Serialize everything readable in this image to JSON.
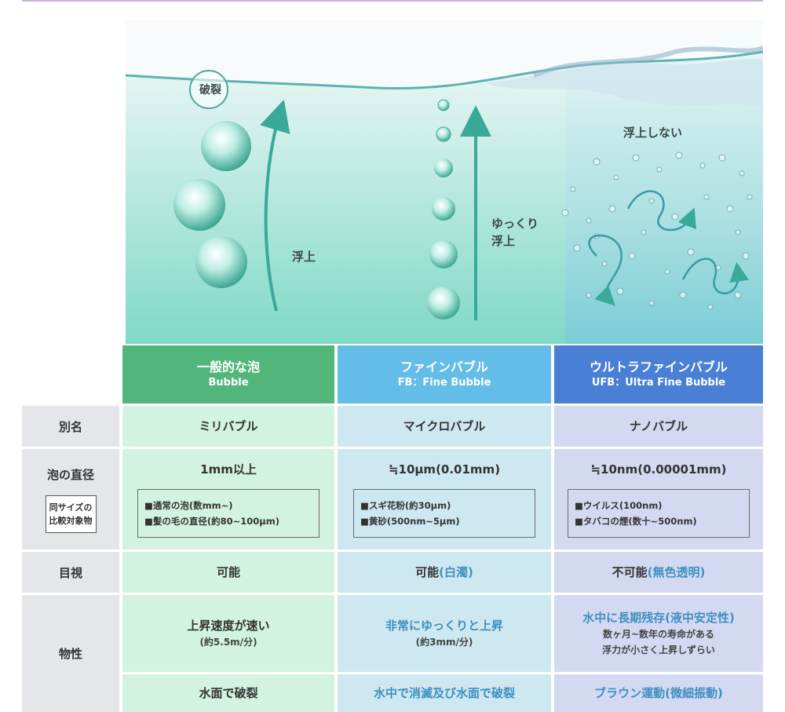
{
  "illustration": {
    "burst_label": "破裂",
    "rise_label": "浮上",
    "slow_rise_label": [
      "ゆっくり",
      "浮上"
    ],
    "no_rise_label": "浮上しない"
  },
  "columns": [
    {
      "title": "一般的な泡",
      "subtitle": "Bubble"
    },
    {
      "title": "ファインバブル",
      "subtitle": "FB：Fine Bubble"
    },
    {
      "title": "ウルトラファインバブル",
      "subtitle": "UFB：Ultra Fine Bubble"
    }
  ],
  "rows": {
    "alias": {
      "label": "別名",
      "values": [
        "ミリバブル",
        "マイクロバブル",
        "ナノバブル"
      ]
    },
    "diameter": {
      "label": "泡の直径",
      "compare_label": [
        "同サイズの",
        "比較対象物"
      ],
      "values": [
        "1mm以上",
        "≒10μm(0.01mm)",
        "≒10nm(0.00001mm)"
      ],
      "examples": [
        [
          "■通常の泡(数mm~)",
          "■髪の毛の直径(約80~100μm)"
        ],
        [
          "■スギ花粉(約30μm)",
          "■黄砂(500nm~5μm)"
        ],
        [
          "■ウイルス(100nm)",
          "■タバコの煙(数十~500nm)"
        ]
      ]
    },
    "visibility": {
      "label": "目視",
      "values": [
        {
          "main": "可能",
          "note": ""
        },
        {
          "main": "可能",
          "note": "(白濁)"
        },
        {
          "main": "不可能",
          "note": "(無色透明)"
        }
      ]
    },
    "properties": {
      "label": "物性",
      "primary": [
        {
          "main": "上昇速度が速い",
          "note": "(約5.5m/分)"
        },
        {
          "main": "非常にゆっくりと上昇",
          "note": "(約3mm/分)"
        },
        {
          "main": "水中に長期残存(液中安定性)",
          "note": "数ヶ月~数年の寿命がある"
        }
      ],
      "ufb_extra": "浮力が小さく上昇しずらい",
      "secondary": [
        "水面で破裂",
        "水中で消滅及び水面で破裂",
        "ブラウン運動(微細振動)"
      ]
    }
  },
  "colors": {
    "bubble_header": "#52b67a",
    "fine_header": "#64bde9",
    "ultra_header": "#4a7fd6",
    "row_header": "#e4e6ea",
    "accent_text": "#3f8fbf"
  }
}
